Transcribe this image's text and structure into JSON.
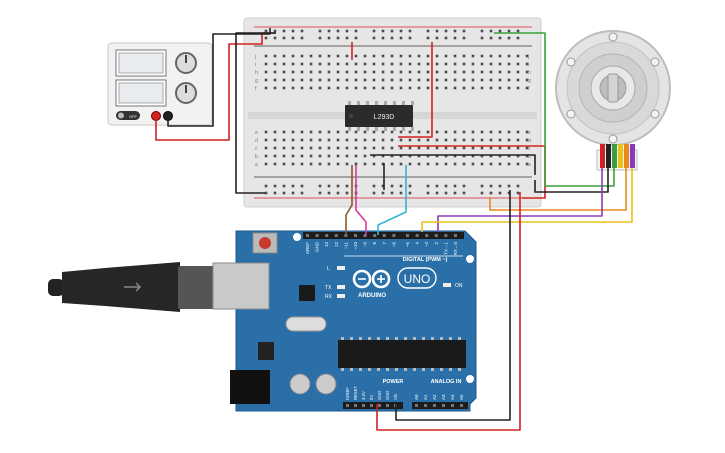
{
  "breadboard": {
    "row_letters_top": [
      "j",
      "i",
      "h",
      "g",
      "f"
    ],
    "row_letters_bottom": [
      "e",
      "d",
      "c",
      "b",
      "a"
    ],
    "columns": 30
  },
  "ic": {
    "label": "L293D"
  },
  "power_supply": {
    "switch_label": "OFF"
  },
  "arduino": {
    "brand": "ARDUINO",
    "model": "UNO",
    "digital_header_label": "DIGITAL (PWM ~)",
    "power_label": "POWER",
    "analog_label": "ANALOG IN",
    "on_label": "ON",
    "led_labels": {
      "l": "L",
      "tx": "TX",
      "rx": "RX"
    },
    "digital_pins": [
      "AREF",
      "GND",
      "13",
      "12",
      "~11",
      "~10",
      "~9",
      "8",
      "7",
      "~6",
      "~5",
      "4",
      "~3",
      "2",
      "TX→1",
      "RX←0"
    ],
    "power_pins": [
      "IOREF",
      "RESET",
      "3.3V",
      "5V",
      "GND",
      "GND",
      "Vin"
    ],
    "analog_pins": [
      "A0",
      "A1",
      "A2",
      "A3",
      "A4",
      "A5"
    ]
  },
  "colors": {
    "breadboard": "#e6e6e6",
    "arduino_board": "#2a6fa8",
    "wire_red": "#d42020",
    "wire_black": "#222222",
    "wire_green": "#3aa03a",
    "wire_orange": "#e88a1a",
    "wire_yellow": "#e8c11a",
    "wire_purple": "#8a3ab8",
    "wire_cyan": "#33b5d6",
    "wire_brown": "#8b5a2b",
    "wire_pink": "#d63aa0"
  }
}
